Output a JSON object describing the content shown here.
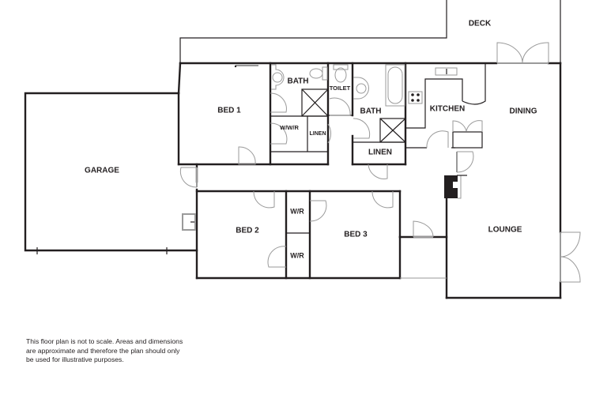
{
  "plan": {
    "rooms": {
      "deck": "DECK",
      "bed1": "BED 1",
      "bath_ensuite": "BATH",
      "wwr": "W/W/R",
      "linen_small": "LINEN",
      "toilet": "TOILET",
      "bath_main": "BATH",
      "linen_main": "LINEN",
      "kitchen": "KITCHEN",
      "dining": "DINING",
      "garage": "GARAGE",
      "bed2": "BED 2",
      "wr_top": "W/R",
      "wr_bottom": "W/R",
      "bed3": "BED 3",
      "lounge": "LOUNGE"
    },
    "colors": {
      "wall": "#231f20",
      "fixture": "#9a9a9a",
      "background": "#ffffff"
    }
  },
  "disclaimer": "This floor plan is not to scale. Areas and dimensions are approximate and therefore the plan should only be used for illustrative purposes."
}
